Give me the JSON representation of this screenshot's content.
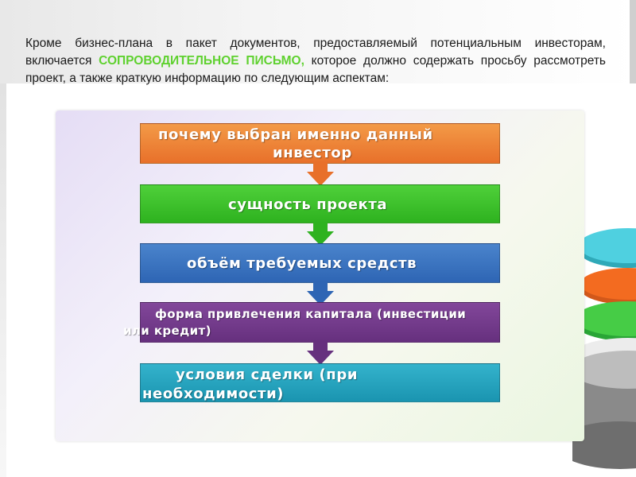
{
  "intro": {
    "part1": "Кроме бизнес-плана в пакет документов, предоставляемый потенциальным инвесторам, включается ",
    "highlight": "СОПРОВОДИТЕЛЬНОЕ ПИСЬМО,",
    "part2": " которое должно содержать просьбу рассмотреть проект, а также краткую информацию по следующим аспектам:"
  },
  "steps": [
    {
      "line1": "почему выбран именно данный",
      "line2": "инвестор",
      "color": "#e8702a"
    },
    {
      "label": "сущность проекта",
      "color": "#2eb21f"
    },
    {
      "label": "объём требуемых средств",
      "color": "#2e65b4"
    },
    {
      "line1": "форма привлечения капитала (инвестиции",
      "line2": "или кредит)",
      "color": "#66307e"
    },
    {
      "line1": "условия сделки (при",
      "line2": "необходимости)",
      "color": "#1a94b0"
    }
  ],
  "colors": {
    "highlight": "#5fd12f"
  }
}
